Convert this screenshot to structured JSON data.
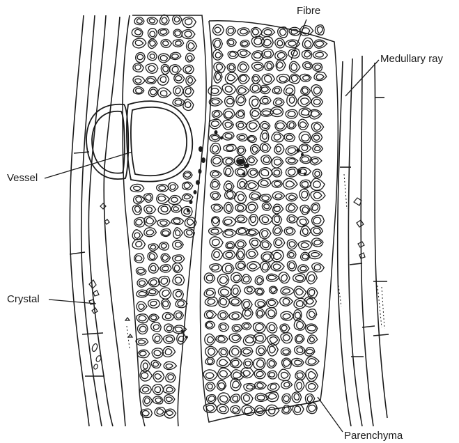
{
  "diagram": {
    "labels": {
      "fibre": "Fibre",
      "medullary_ray": "Medullary ray",
      "vessel": "Vessel",
      "crystal": "Crystal",
      "parenchyma": "Parenchyma"
    },
    "colors": {
      "ink": "#1a1a1a",
      "paper": "#ffffff"
    }
  }
}
